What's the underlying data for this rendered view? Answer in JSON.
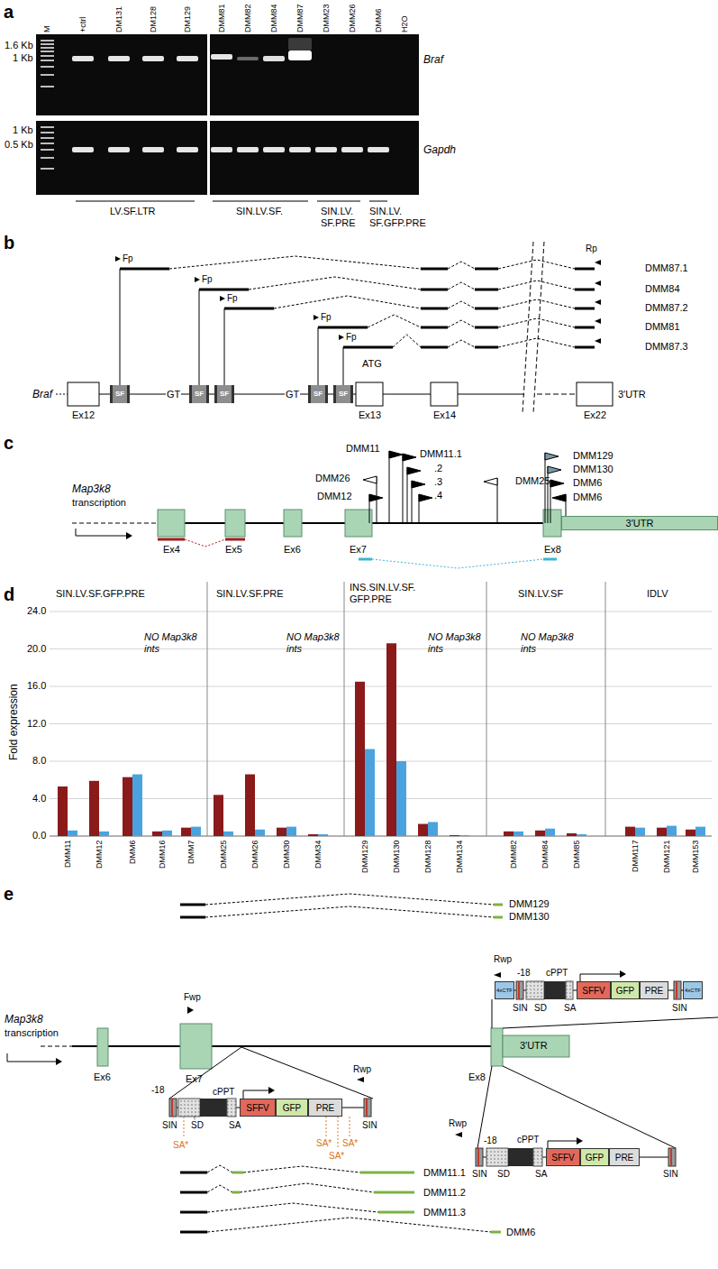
{
  "diagram": {
    "nodes": [
      {
        "text": [
          "SF"
        ]
      },
      {
        "text": [
          "SF"
        ]
      },
      {
        "text": [
          "SF"
        ]
      },
      {
        "text": [
          "SF"
        ]
      },
      {
        "text": [
          "SF"
        ]
      },
      {
        "text": [
          "3′UTR"
        ]
      },
      {
        "text": [
          "4xCTF"
        ]
      },
      {
        "text": [
          "SFFV"
        ]
      },
      {
        "text": [
          "GFP"
        ]
      },
      {
        "text": [
          "PRE"
        ]
      },
      {
        "text": [
          "4xCTF"
        ]
      },
      {
        "text": [
          "SFFV"
        ]
      },
      {
        "text": [
          "GFP"
        ]
      },
      {
        "text": [
          "PRE"
        ]
      },
      {
        "text": [
          "SFFV"
        ]
      },
      {
        "text": [
          "GFP"
        ]
      },
      {
        "text": [
          "PRE"
        ]
      }
    ],
    "labels": [
      "a",
      "M",
      "+ctrl",
      "DM131",
      "DM128",
      "DM129",
      "DMM81",
      "DMM82",
      "DMM84",
      "DMM87",
      "DMM23",
      "DMM26",
      "DMM6",
      "H2O",
      "1.6 Kb",
      "1 Kb",
      "1 Kb",
      "0.5 Kb",
      "Braf",
      "Gapdh",
      "LV.SF.LTR",
      "SIN.LV.SF.",
      "SIN.LV. SF.PRE",
      "SIN.LV. SF.GFP.PRE",
      "b",
      "Fp",
      "Fp",
      "Fp",
      "Fp",
      "Fp",
      "Rp",
      "DMM87.1",
      "DMM84",
      "DMM87.2",
      "DMM81",
      "DMM87.3",
      "Braf",
      "GT",
      "GT",
      "ATG",
      "Ex12",
      "Ex13",
      "Ex14",
      "Ex22",
      "3′UTR",
      "c",
      "Map3k8",
      "transcription",
      "DMM12",
      "DMM26",
      "DMM11",
      "DMM11.1",
      ".2",
      ".3",
      ".4",
      "DMM25",
      "DMM129",
      "DMM130",
      "DMM6",
      "DMM6",
      "Ex4",
      "Ex5",
      "Ex6",
      "Ex7",
      "Ex8",
      "d",
      "SIN.LV.SF.GFP.PRE",
      "SIN.LV.SF.PRE",
      "INS.SIN.LV.SF. GFP.PRE",
      "SIN.LV.SF",
      "IDLV",
      "Fold expression",
      "24.0",
      "20.0",
      "16.0",
      "12.0",
      "8.0",
      "4.0",
      "0.0",
      "NO Map3k8 ints",
      "NO Map3k8 ints",
      "NO Map3k8 ints",
      "NO Map3k8 ints",
      "DMM11",
      "DMM12",
      "DMM6",
      "DMM16",
      "DMM7",
      "DMM25",
      "DMM26",
      "DMM30",
      "DMM34",
      "DMM129",
      "DMM130",
      "DMM128",
      "DMM134",
      "DMM82",
      "DMM84",
      "DMM85",
      "DMM117",
      "DMM121",
      "DMM153",
      "e",
      "DMM129",
      "DMM130",
      "Map3k8",
      "transcription",
      "Fwp",
      "Ex6",
      "Ex7",
      "Ex8",
      "3′UTR",
      "Rwp",
      "-18",
      "cPPT",
      "SIN",
      "SD",
      "SA",
      "SIN",
      "-18",
      "cPPT",
      "Rwp",
      "SIN",
      "SD",
      "SA",
      "SIN",
      "SA*",
      "SA*",
      "SA*",
      "SA*",
      "DMM11.1",
      "DMM11.2",
      "DMM11.3",
      "DMM6",
      "Rwp",
      "-18",
      "cPPT",
      "SIN",
      "SD",
      "SA",
      "SIN"
    ]
  }
}
